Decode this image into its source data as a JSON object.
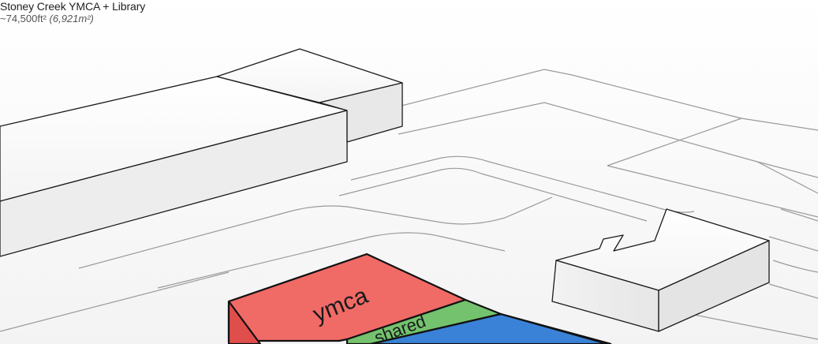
{
  "caption": {
    "title": "Stoney Creek YMCA + Library",
    "area_imperial": "~74,500ft²",
    "area_metric": "(6,921m²)"
  },
  "volumes": {
    "ymca": {
      "label": "ymca",
      "color": "#f0605e"
    },
    "shared": {
      "label": "shared",
      "color": "#6fbf6a"
    },
    "library": {
      "label": "",
      "color": "#3a82d8"
    }
  },
  "context": {
    "building_color": "#ffffff",
    "outline_color": "#1a1a1a",
    "site_line_color": "#9a9a9a"
  }
}
